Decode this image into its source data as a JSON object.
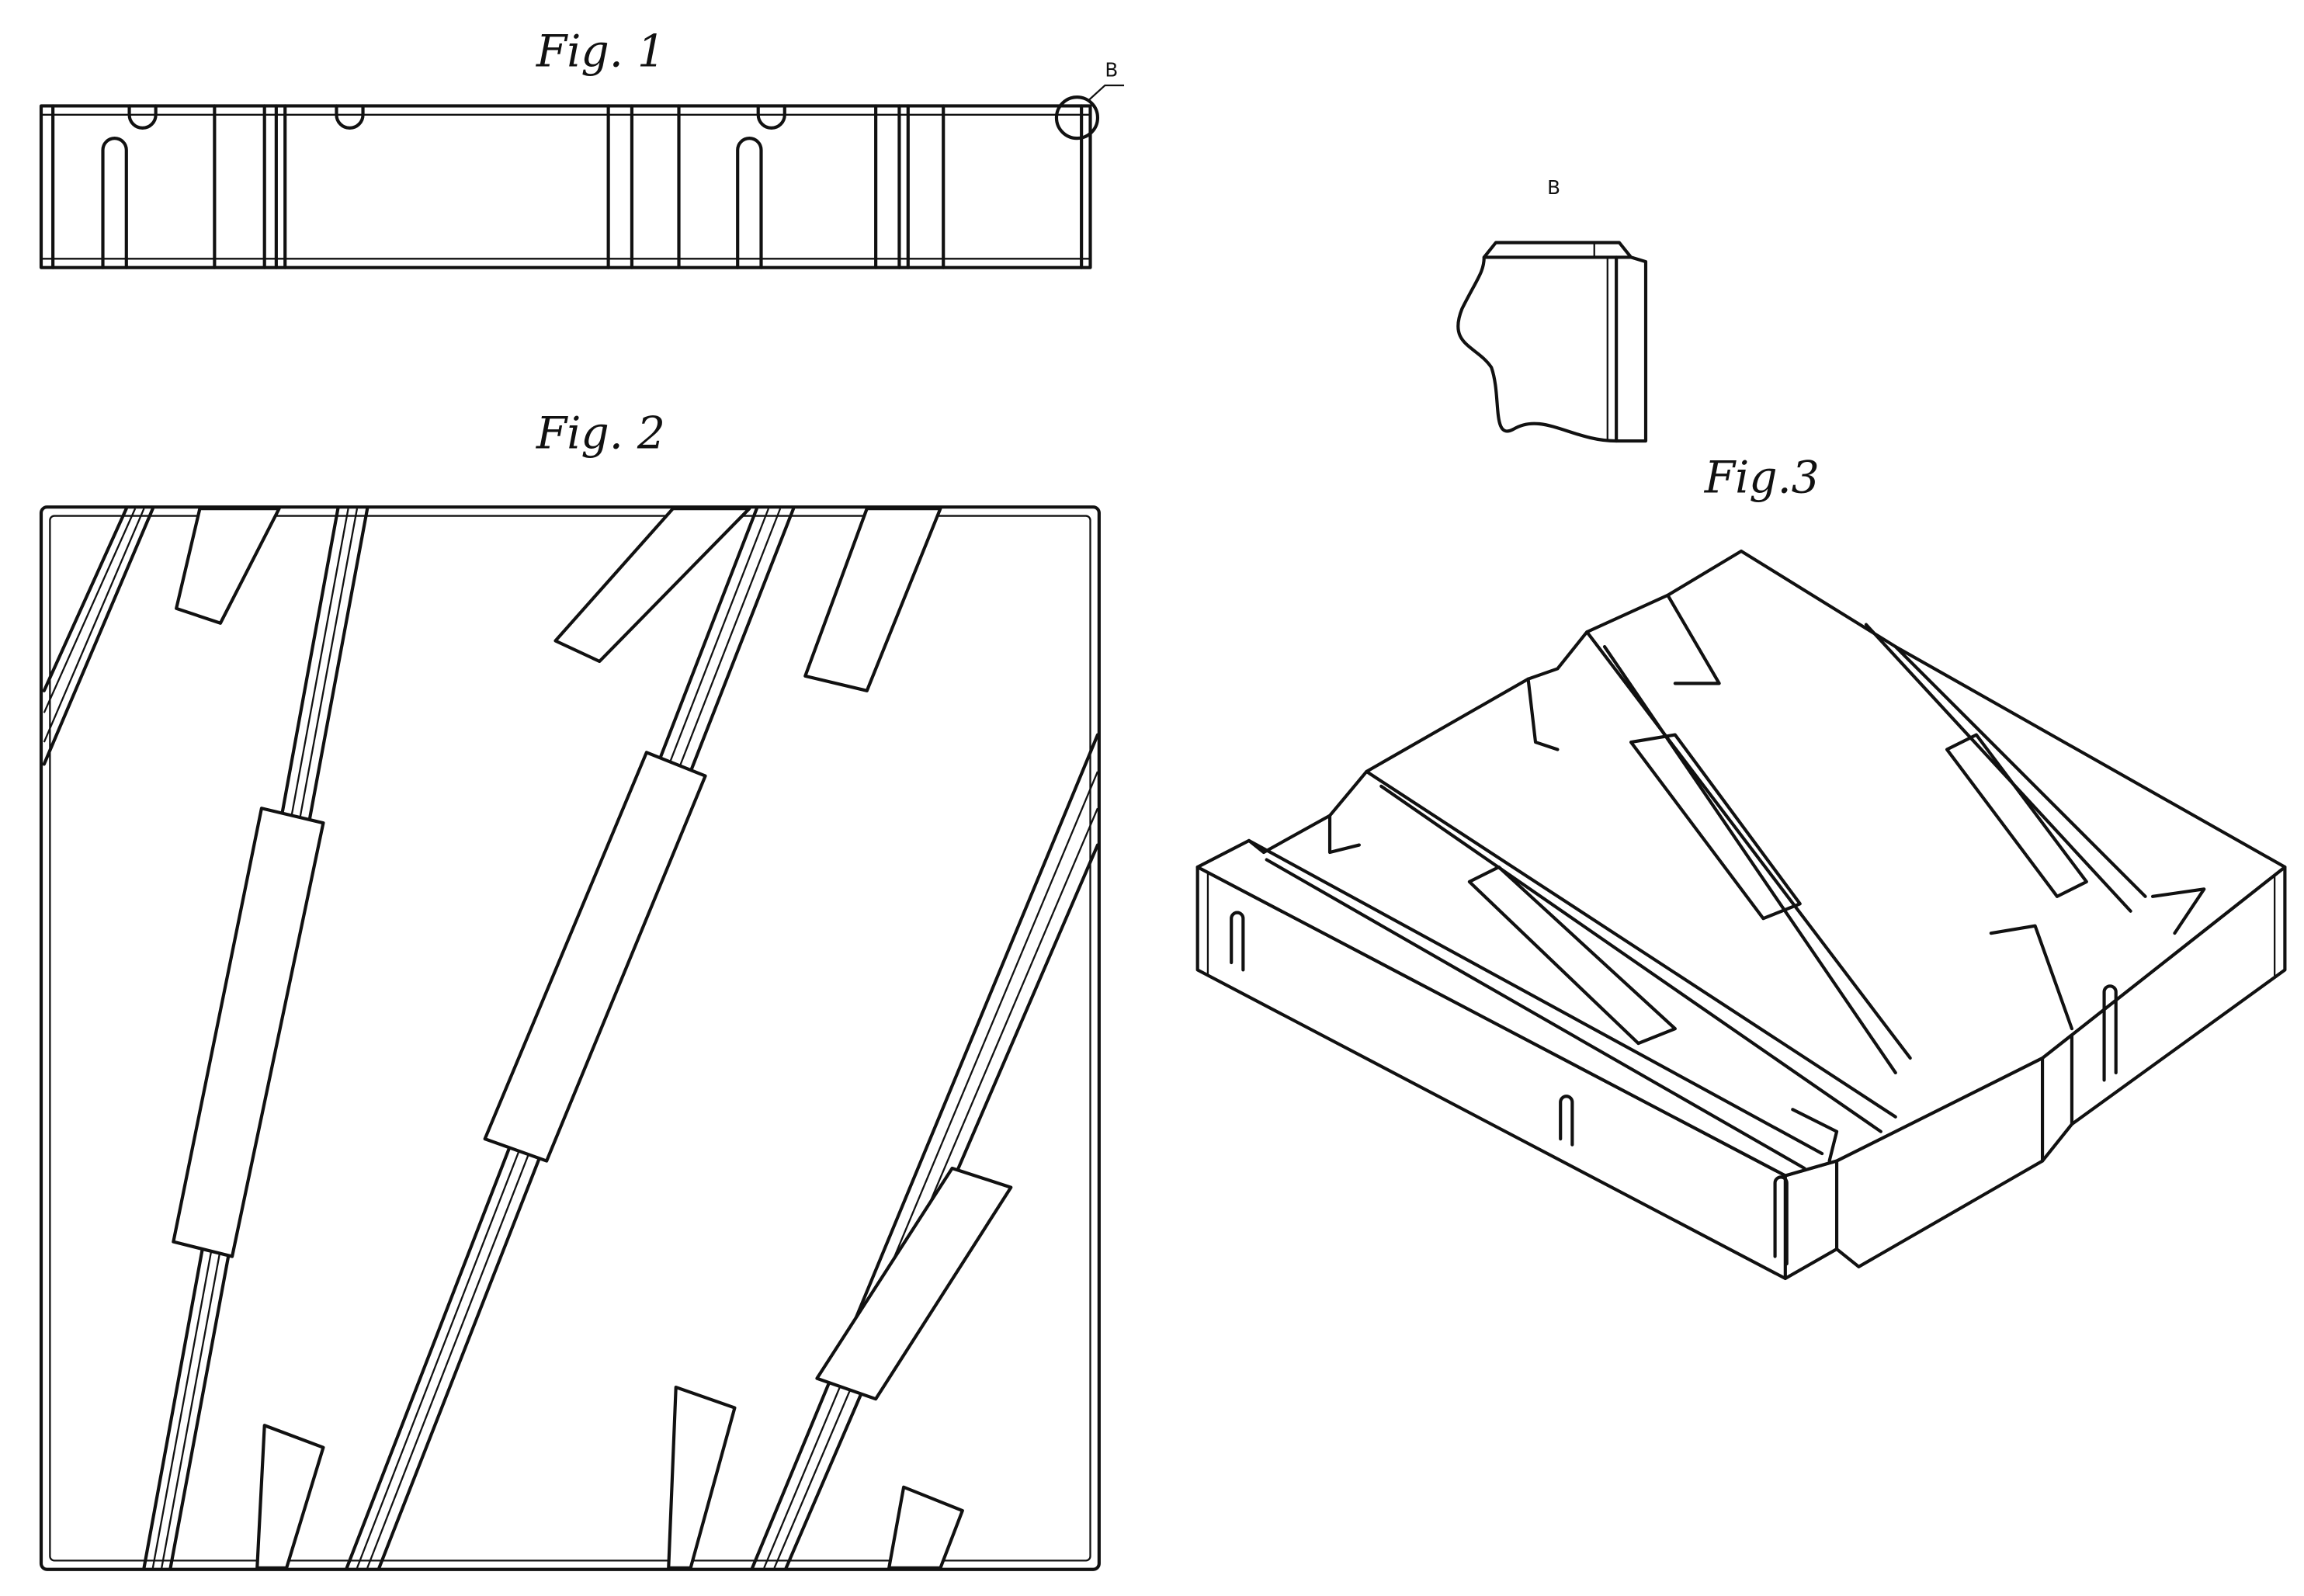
{
  "figures": {
    "fig1": {
      "label": "Fig. 1",
      "detail_ref": "B"
    },
    "fig2": {
      "label": "Fig. 2"
    },
    "fig3": {
      "label": "Fig.3"
    },
    "detail": {
      "label": "B"
    }
  }
}
